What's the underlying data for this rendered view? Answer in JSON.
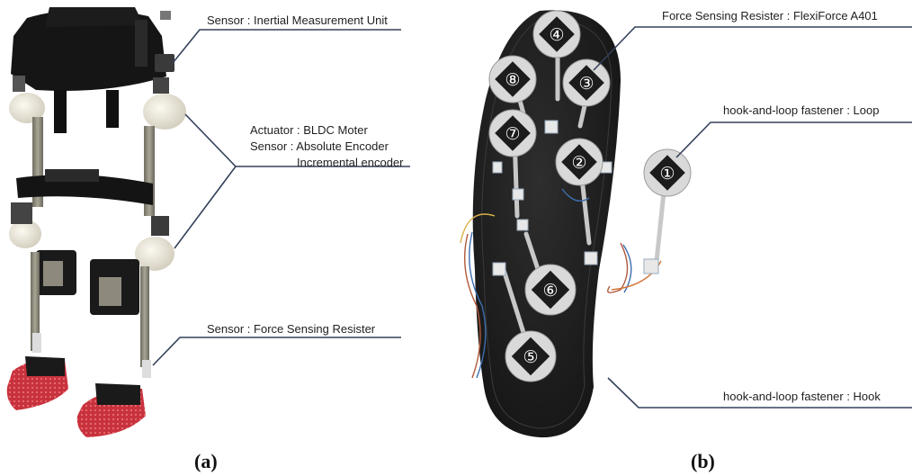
{
  "panels": {
    "a": {
      "label": "(a)"
    },
    "b": {
      "label": "(b)"
    }
  },
  "labels": {
    "imu": "Sensor :  Inertial Measurement Unit",
    "actuator": "Actuator : BLDC Moter",
    "encoder_sensor": "Sensor : Absolute Encoder",
    "encoder_incremental": "Incremental encoder",
    "fsr_leg": "Sensor : Force Sensing Resister",
    "fsr_insole": "Force Sensing Resister :  FlexiForce A401",
    "loop": "hook-and-loop fastener : Loop",
    "hook": "hook-and-loop fastener : Hook"
  },
  "sensor_numbers": [
    "①",
    "②",
    "③",
    "④",
    "⑤",
    "⑥",
    "⑦",
    "⑧"
  ],
  "colors": {
    "leader_line": "#34405a",
    "frame_metal": "#8a8778",
    "strap": "#141414",
    "motor": "#ece8dc",
    "shoe_red": "#c8323e",
    "insole": "#222222",
    "sensor_pad": "#d9d9d9"
  }
}
